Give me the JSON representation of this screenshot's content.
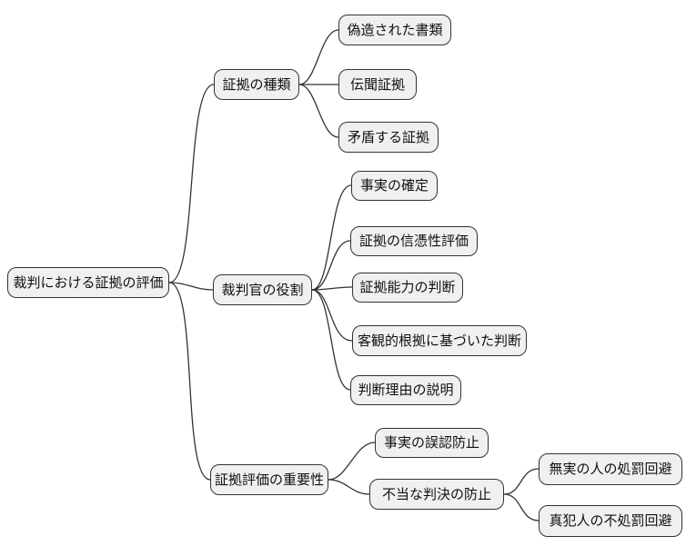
{
  "mindmap": {
    "type": "mindmap-diagram",
    "root": {
      "label": "裁判における証拠の評価",
      "children": [
        {
          "label": "証拠の種類",
          "children": [
            {
              "label": "偽造された書類"
            },
            {
              "label": "伝聞証拠"
            },
            {
              "label": "矛盾する証拠"
            }
          ]
        },
        {
          "label": "裁判官の役割",
          "children": [
            {
              "label": "事実の確定"
            },
            {
              "label": "証拠の信憑性評価"
            },
            {
              "label": "証拠能力の判断"
            },
            {
              "label": "客観的根拠に基づいた判断"
            },
            {
              "label": "判断理由の説明"
            }
          ]
        },
        {
          "label": "証拠評価の重要性",
          "children": [
            {
              "label": "事実の誤認防止"
            },
            {
              "label": "不当な判決の防止",
              "children": [
                {
                  "label": "無実の人の処罰回避"
                },
                {
                  "label": "真犯人の不処罰回避"
                }
              ]
            }
          ]
        }
      ]
    },
    "colors": {
      "node_fill": "#f0f0f0",
      "node_border": "#333333",
      "edge_stroke": "#333333",
      "text": "#111111",
      "background": "#ffffff"
    }
  }
}
